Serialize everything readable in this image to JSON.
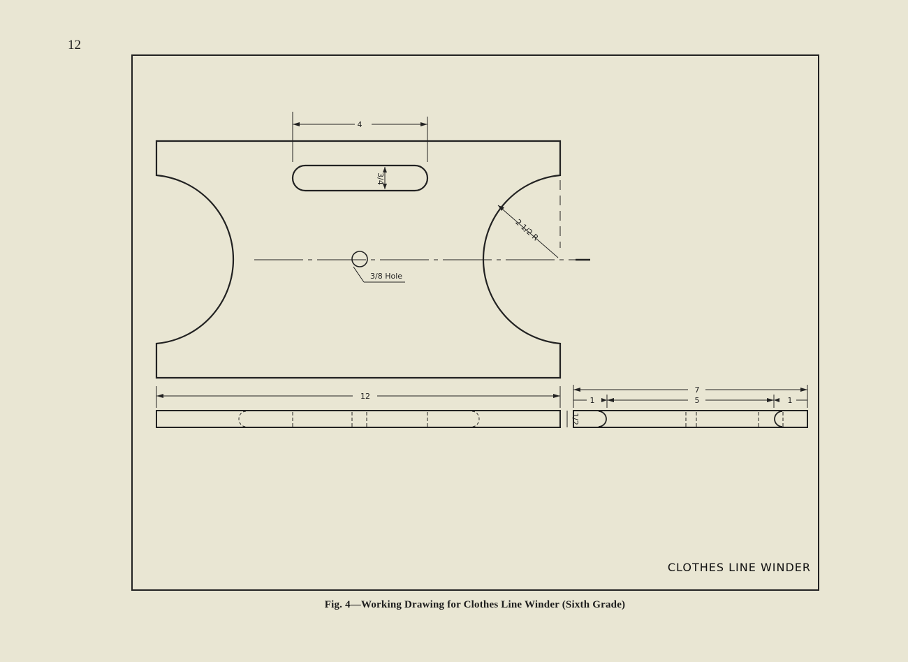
{
  "page": {
    "number": "12"
  },
  "caption": "Fig. 4—Working Drawing for Clothes Line Winder (Sixth Grade)",
  "drawing": {
    "title": "CLOTHES LINE WINDER",
    "dimensions": {
      "slot_length": "4",
      "slot_width": "3/4",
      "arc_radius": "2 1/2 R",
      "hole_note": "3/8 Hole",
      "overall_length": "12",
      "thickness": "1/2",
      "overall_width": "7",
      "inner_width": "5",
      "end_left": "1",
      "end_right": "1"
    }
  },
  "colors": {
    "paper": "#e9e6d3",
    "ink": "#222222"
  }
}
